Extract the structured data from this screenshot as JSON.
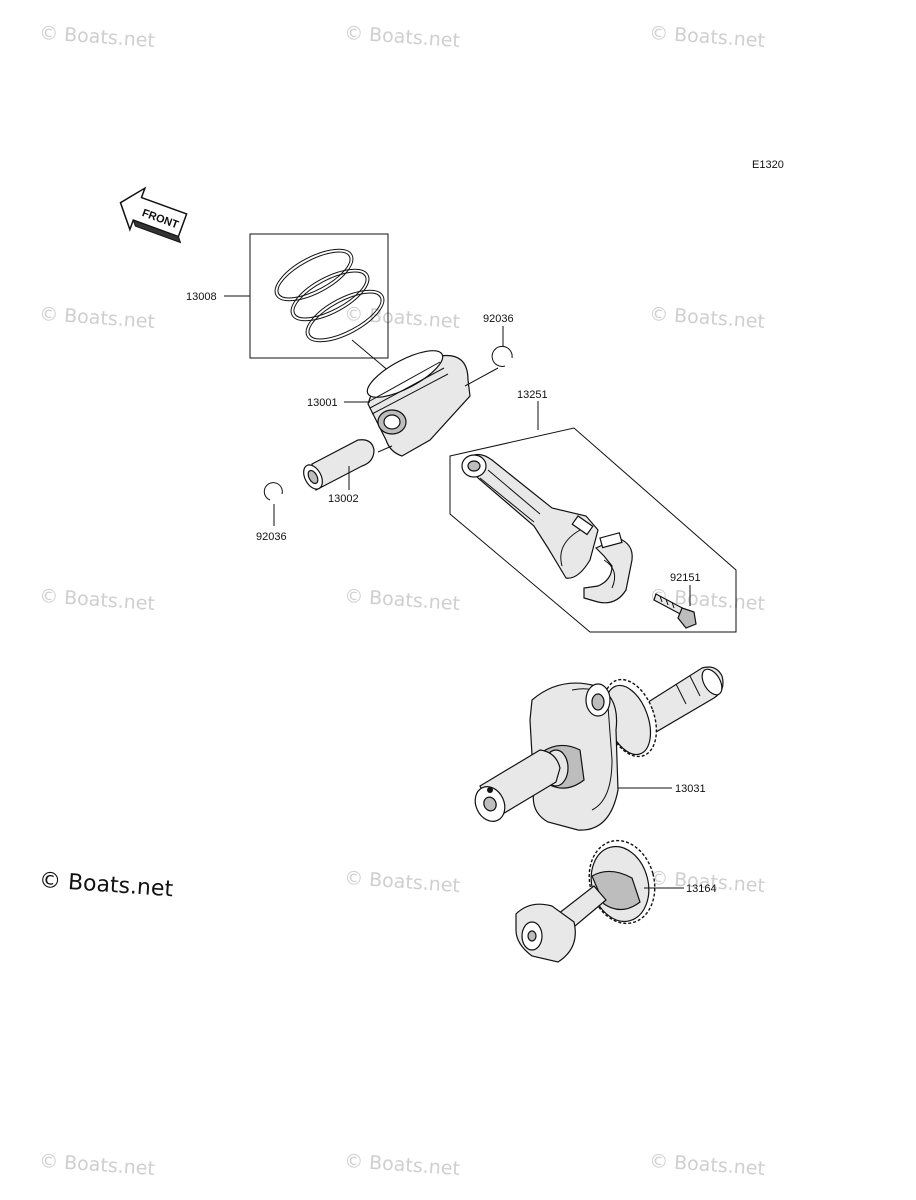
{
  "diagram_code": "E1320",
  "front_label": "FRONT",
  "watermark_text": "© Boats.net",
  "parts": {
    "rings": "13008",
    "piston": "13001",
    "pin": "13002",
    "clip_upper": "92036",
    "clip_lower": "92036",
    "conrod": "13251",
    "bolt": "92151",
    "crankshaft": "13031",
    "balancer": "13164"
  }
}
